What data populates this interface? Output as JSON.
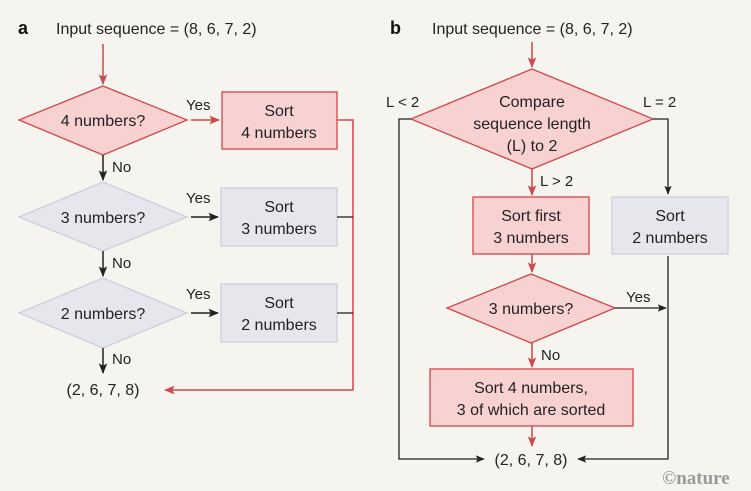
{
  "colors": {
    "background": "#f5f4ee",
    "red_fill": "#f8d2d1",
    "red_stroke": "#d0464a",
    "gray_fill": "#e6e7ec",
    "gray_stroke": "#ccd0dc",
    "line_black": "#222222",
    "watermark": "#9a9a9a"
  },
  "panel_a": {
    "label": "a",
    "input": "Input sequence = (8, 6, 7, 2)",
    "decision_4": "4 numbers?",
    "decision_3": "3 numbers?",
    "decision_2": "2 numbers?",
    "sort_4": [
      "Sort",
      "4 numbers"
    ],
    "sort_3": [
      "Sort",
      "3 numbers"
    ],
    "sort_2": [
      "Sort",
      "2 numbers"
    ],
    "yes": "Yes",
    "no": "No",
    "output": "(2, 6, 7, 8)"
  },
  "panel_b": {
    "label": "b",
    "input": "Input sequence = (8, 6, 7, 2)",
    "compare": [
      "Compare",
      "sequence length",
      "(L) to 2"
    ],
    "less": "L < 2",
    "equal": "L = 2",
    "greater": "L > 2",
    "sort_first_3": [
      "Sort first",
      "3 numbers"
    ],
    "sort_2": [
      "Sort",
      "2 numbers"
    ],
    "decision_3": "3 numbers?",
    "yes": "Yes",
    "no": "No",
    "sort_4_partial": [
      "Sort 4 numbers,",
      "3 of which are sorted"
    ],
    "output": "(2, 6, 7, 8)"
  },
  "watermark": "©nature"
}
